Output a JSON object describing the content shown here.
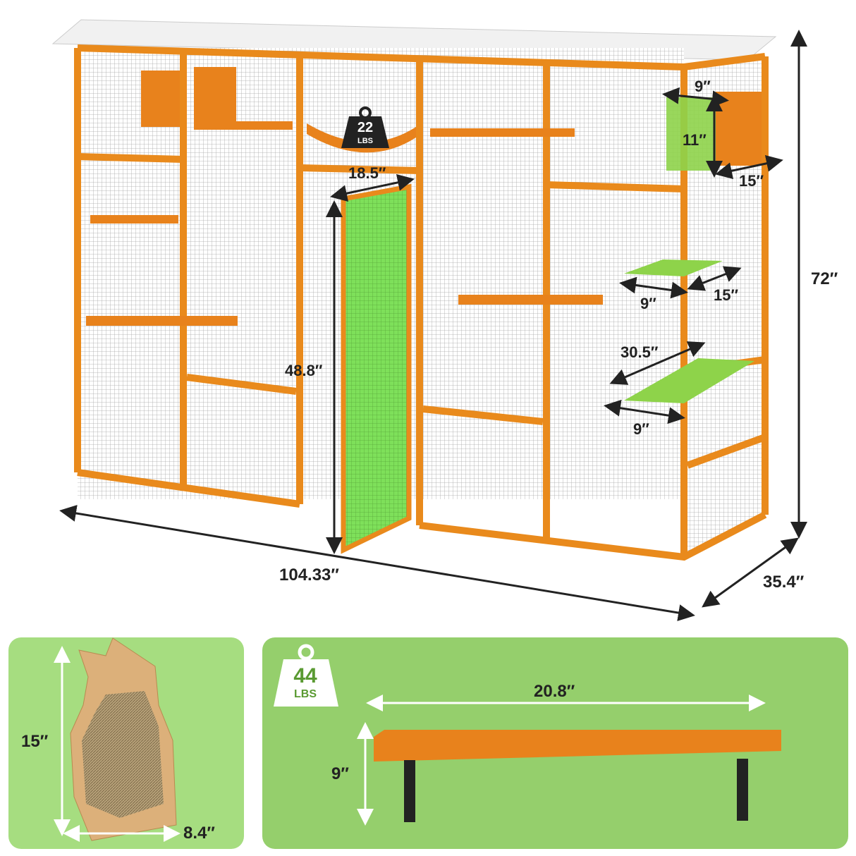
{
  "colors": {
    "frame": "#e98a1c",
    "mesh": "#9a9a9a",
    "green_panel_left": "#a6dd80",
    "green_panel_right": "#95cf6c",
    "highlight": "#7ee05a",
    "shelf": "#e8821c"
  },
  "cage": {
    "height": "72″",
    "width": "104.33″",
    "depth": "35.4″",
    "top_box_width": "9″",
    "top_box_height": "11″",
    "top_box_depth": "15″",
    "hammock_weight": {
      "value": "22",
      "unit": "LBS"
    },
    "door_width": "18.5″",
    "door_height": "48.8″",
    "step_width": "9″",
    "step_depth": "15″",
    "platform_length": "30.5″",
    "platform_width": "9″"
  },
  "scratcher": {
    "height": "15″",
    "width": "8.4″"
  },
  "shelf": {
    "weight": {
      "value": "44",
      "unit": "LBS"
    },
    "length": "20.8″",
    "width": "9″"
  }
}
